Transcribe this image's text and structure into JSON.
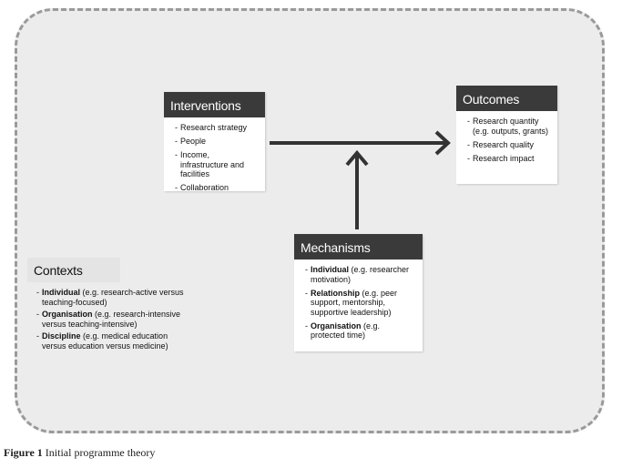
{
  "interventions": {
    "title": "Interventions",
    "items": [
      "Research strategy",
      "People",
      "Income, infrastructure and facilities",
      "Collaboration"
    ]
  },
  "outcomes": {
    "title": "Outcomes",
    "items": [
      "Research quantity (e.g. outputs, grants)",
      "Research quality",
      "Research impact"
    ]
  },
  "mechanisms": {
    "title": "Mechanisms",
    "items": [
      {
        "term": "Individual",
        "detail": " (e.g. researcher motivation)"
      },
      {
        "term": "Relationship",
        "detail": " (e.g. peer support, mentorship, supportive leadership)"
      },
      {
        "term": "Organisation",
        "detail": " (e.g. protected time)"
      }
    ]
  },
  "contexts": {
    "title": "Contexts",
    "items": [
      {
        "term": "Individual",
        "detail": " (e.g. research-active versus teaching-focused)"
      },
      {
        "term": "Organisation",
        "detail": " (e.g. research-intensive versus teaching-intensive)"
      },
      {
        "term": "Discipline",
        "detail": " (e.g. medical education versus education versus medicine)"
      }
    ]
  },
  "caption": {
    "label": "Figure 1",
    "text": " Initial programme theory"
  },
  "colors": {
    "header_bg": "#3a3a3a",
    "frame_bg": "#ececec",
    "arrow": "#333333"
  }
}
